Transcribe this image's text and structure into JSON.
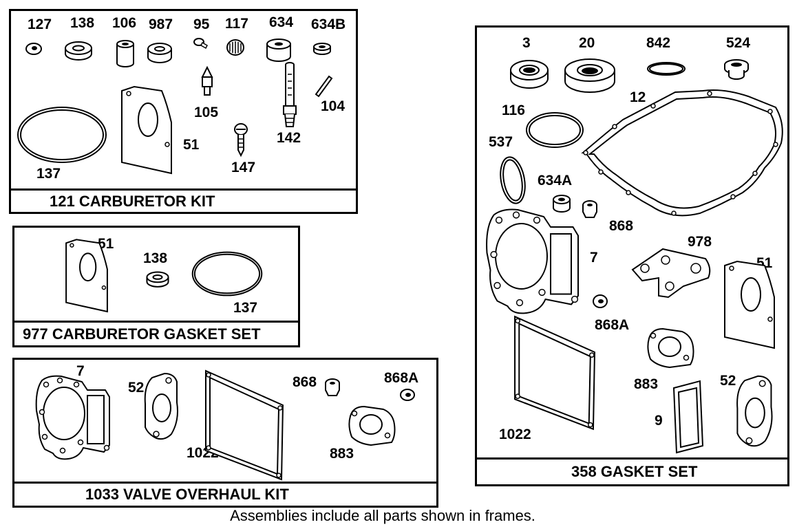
{
  "kits": {
    "carb_kit": {
      "title": "121 CARBURETOR KIT",
      "parts": {
        "p127": "127",
        "p138": "138",
        "p106": "106",
        "p987": "987",
        "p95": "95",
        "p117": "117",
        "p634": "634",
        "p634b": "634B",
        "p105": "105",
        "p104": "104",
        "p137": "137",
        "p51": "51",
        "p142": "142",
        "p147": "147"
      }
    },
    "gasket_set_977": {
      "title": "977 CARBURETOR GASKET SET",
      "parts": {
        "p51": "51",
        "p138": "138",
        "p137": "137"
      }
    },
    "valve_kit": {
      "title": "1033 VALVE OVERHAUL KIT",
      "parts": {
        "p7": "7",
        "p52": "52",
        "p868": "868",
        "p868a": "868A",
        "p1022": "1022",
        "p883": "883"
      }
    },
    "gasket_set_358": {
      "title": "358 GASKET SET",
      "parts": {
        "p3": "3",
        "p20": "20",
        "p842": "842",
        "p524": "524",
        "p12": "12",
        "p116": "116",
        "p537": "537",
        "p634a": "634A",
        "p868": "868",
        "p978": "978",
        "p7": "7",
        "p51": "51",
        "p868a": "868A",
        "p883": "883",
        "p52": "52",
        "p9": "9",
        "p1022": "1022"
      }
    }
  },
  "footer": "Assemblies include all parts shown in frames.",
  "colors": {
    "ink": "#000000",
    "paper": "#ffffff",
    "shade": "#9a9a9a"
  }
}
